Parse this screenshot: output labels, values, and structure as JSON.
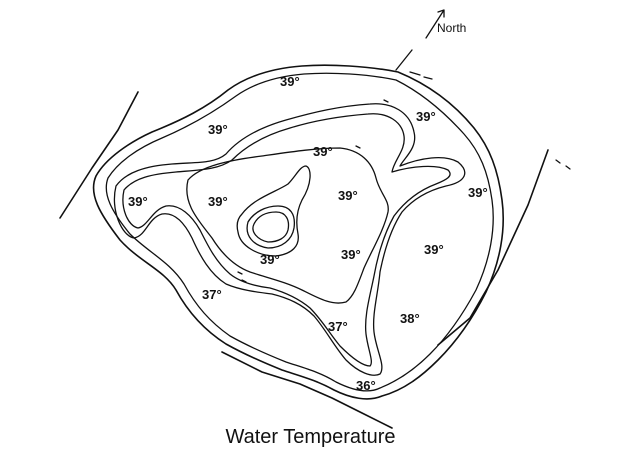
{
  "title": "Water Temperature",
  "compass": {
    "label": "North",
    "icon": "north-arrow-icon"
  },
  "temperature_labels": [
    "39°",
    "39°",
    "39°",
    "39°",
    "39°",
    "39°",
    "39°",
    "39°",
    "39°",
    "39°",
    "37°",
    "37°",
    "38°",
    "36°"
  ],
  "colors": {
    "line": "#111111",
    "background": "#ffffff"
  }
}
